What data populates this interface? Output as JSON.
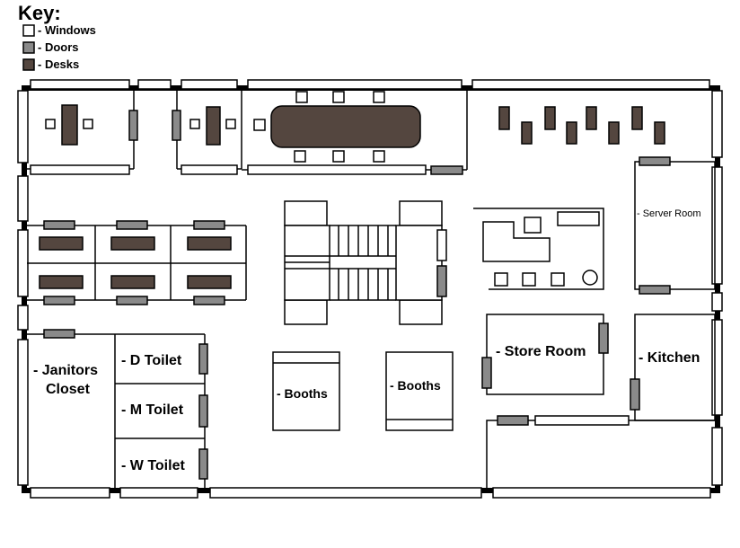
{
  "key": {
    "title": "Key:",
    "items": [
      {
        "label": "- Windows",
        "swatch": "#ffffff"
      },
      {
        "label": "- Doors",
        "swatch": "#8a8a8a"
      },
      {
        "label": "- Desks",
        "swatch": "#54463f"
      }
    ]
  },
  "rooms": {
    "server_room": "- Server Room",
    "store_room": "- Store Room",
    "kitchen": "- Kitchen",
    "janitors_line1": "- Janitors",
    "janitors_line2": "Closet",
    "d_toilet": "- D Toilet",
    "m_toilet": "- M Toilet",
    "w_toilet": "- W Toilet",
    "booths_left": "- Booths",
    "booths_right": "- Booths"
  },
  "colors": {
    "window": "#ffffff",
    "door": "#8a8a8a",
    "desk": "#54463f",
    "wall": "#000000"
  }
}
